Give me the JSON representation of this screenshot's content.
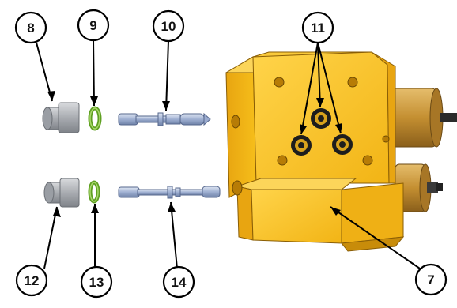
{
  "callouts": {
    "c7": {
      "label": "7"
    },
    "c8": {
      "label": "8"
    },
    "c9": {
      "label": "9"
    },
    "c10": {
      "label": "10"
    },
    "c11": {
      "label": "11"
    },
    "c12": {
      "label": "12"
    },
    "c13": {
      "label": "13"
    },
    "c14": {
      "label": "14"
    }
  },
  "colors": {
    "body_yellow": "#F6BE1A",
    "body_shadow": "#D99A0E",
    "body_highlight": "#FBD24A",
    "seal_green": "#6FAE2E",
    "plug_gray": "#B9BCC0",
    "rod_blue": "#A9B7D6",
    "brass": "#C9963A"
  }
}
